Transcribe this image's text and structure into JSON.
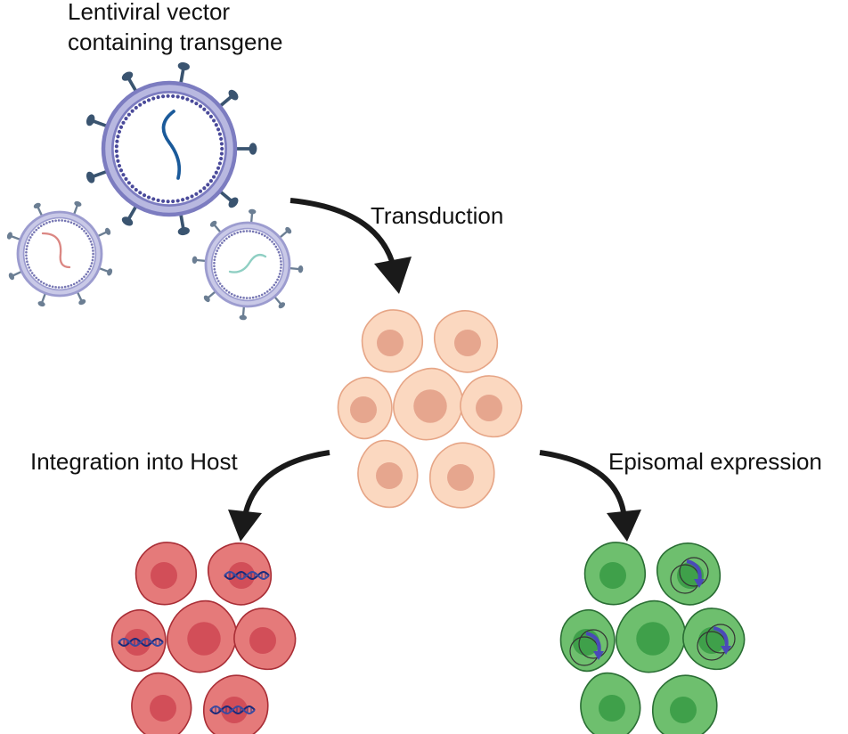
{
  "labels": {
    "vector_line1": "Lentiviral vector",
    "vector_line2": "containing transgene",
    "transduction": "Transduction",
    "integration": "Integration into Host",
    "episomal": "Episomal expression"
  },
  "icons": [
    "lentivirus-icon",
    "host-cell-icon",
    "dna-helix-icon",
    "episome-plasmid-icon",
    "curved-arrow-icon"
  ],
  "colors": {
    "virus_envelope": "#7c7cc0",
    "virus_bead": "#4a4a9a",
    "virus_spike": "#3a5470",
    "transgene_blue": "#1a5a9a",
    "transgene_red": "#d0605a",
    "transgene_teal": "#6ac0b0",
    "cell_peach": "#fbd8c0",
    "cell_peach_nucleus": "#e6a68e",
    "cell_red": "#e57a7a",
    "cell_red_nucleus": "#d24e58",
    "cell_green": "#6ebf6e",
    "cell_green_nucleus": "#3fa04a",
    "arrow": "#1a1a1a"
  }
}
